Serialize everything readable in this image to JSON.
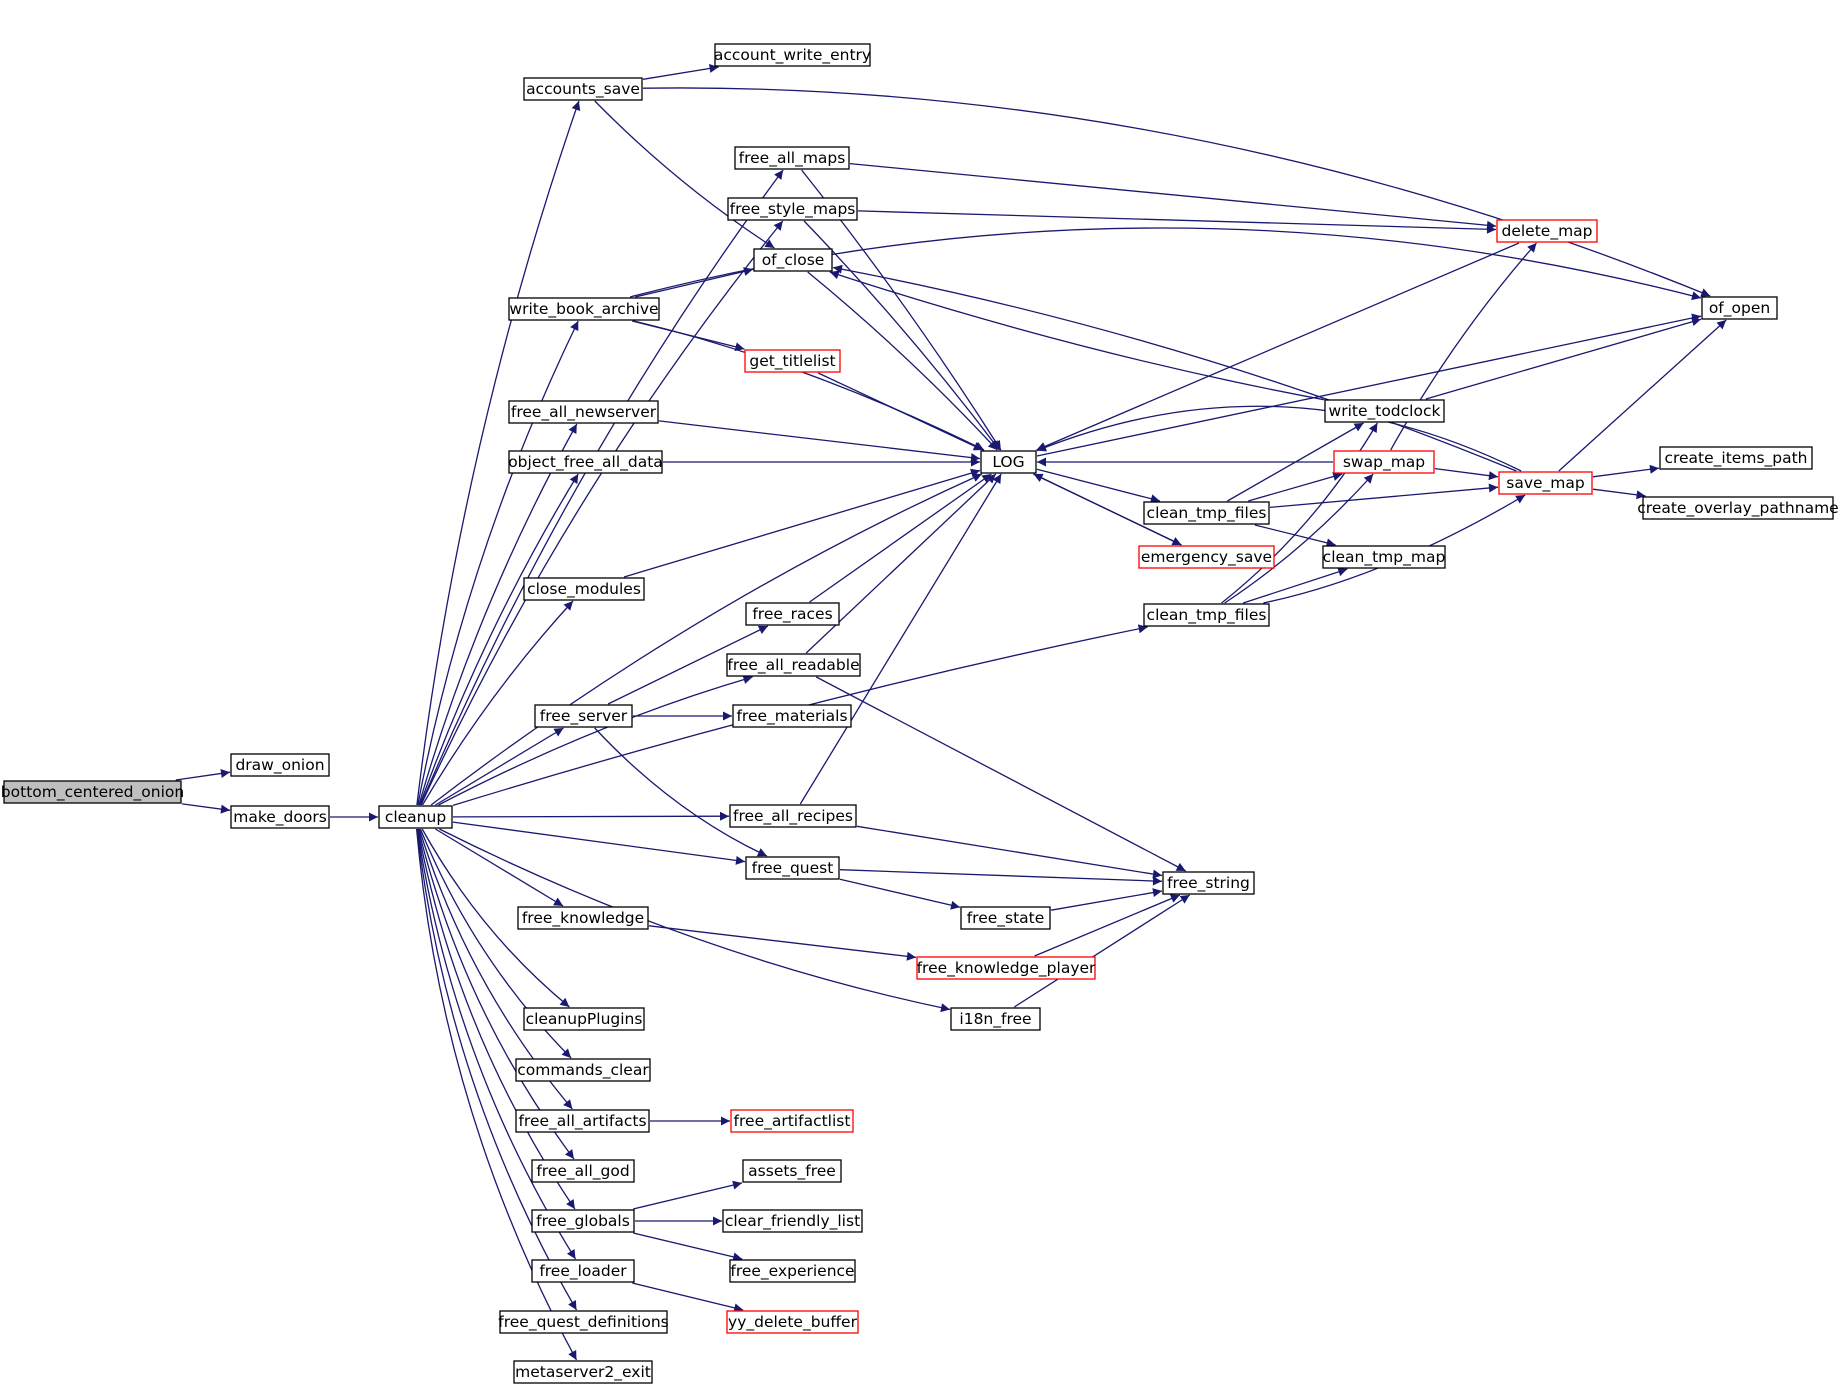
{
  "colors": {
    "edge": "#191970",
    "node_border": "#000000",
    "node_border_truncated": "#ff0000",
    "root_fill": "#bfbfbf",
    "node_fill": "#ffffff"
  },
  "nodes": {
    "bottom_centered_onion": {
      "label": "bottom_centered_onion",
      "style": "root"
    },
    "draw_onion": {
      "label": "draw_onion",
      "style": "normal"
    },
    "make_doors": {
      "label": "make_doors",
      "style": "normal"
    },
    "cleanup": {
      "label": "cleanup",
      "style": "normal"
    },
    "accounts_save": {
      "label": "accounts_save",
      "style": "normal"
    },
    "account_write_entry": {
      "label": "account_write_entry",
      "style": "normal"
    },
    "free_all_maps": {
      "label": "free_all_maps",
      "style": "normal"
    },
    "free_style_maps": {
      "label": "free_style_maps",
      "style": "normal"
    },
    "of_close": {
      "label": "of_close",
      "style": "normal"
    },
    "write_book_archive": {
      "label": "write_book_archive",
      "style": "normal"
    },
    "get_titlelist": {
      "label": "get_titlelist",
      "style": "truncated"
    },
    "free_all_newserver": {
      "label": "free_all_newserver",
      "style": "normal"
    },
    "object_free_all_data": {
      "label": "object_free_all_data",
      "style": "normal"
    },
    "close_modules": {
      "label": "close_modules",
      "style": "normal"
    },
    "free_races": {
      "label": "free_races",
      "style": "normal"
    },
    "free_all_readable": {
      "label": "free_all_readable",
      "style": "normal"
    },
    "free_server": {
      "label": "free_server",
      "style": "normal"
    },
    "free_materials": {
      "label": "free_materials",
      "style": "normal"
    },
    "free_all_recipes": {
      "label": "free_all_recipes",
      "style": "normal"
    },
    "free_quest": {
      "label": "free_quest",
      "style": "normal"
    },
    "free_knowledge": {
      "label": "free_knowledge",
      "style": "normal"
    },
    "free_state": {
      "label": "free_state",
      "style": "normal"
    },
    "free_knowledge_player": {
      "label": "free_knowledge_player",
      "style": "truncated"
    },
    "i18n_free": {
      "label": "i18n_free",
      "style": "normal"
    },
    "cleanupPlugins": {
      "label": "cleanupPlugins",
      "style": "normal"
    },
    "commands_clear": {
      "label": "commands_clear",
      "style": "normal"
    },
    "free_all_artifacts": {
      "label": "free_all_artifacts",
      "style": "normal"
    },
    "free_artifactlist": {
      "label": "free_artifactlist",
      "style": "truncated"
    },
    "free_all_god": {
      "label": "free_all_god",
      "style": "normal"
    },
    "free_globals": {
      "label": "free_globals",
      "style": "normal"
    },
    "assets_free": {
      "label": "assets_free",
      "style": "normal"
    },
    "clear_friendly_list": {
      "label": "clear_friendly_list",
      "style": "normal"
    },
    "free_experience": {
      "label": "free_experience",
      "style": "normal"
    },
    "free_loader": {
      "label": "free_loader",
      "style": "normal"
    },
    "yy_delete_buffer": {
      "label": "yy_delete_buffer",
      "style": "truncated"
    },
    "free_quest_definitions": {
      "label": "free_quest_definitions",
      "style": "normal"
    },
    "metaserver2_exit": {
      "label": "metaserver2_exit",
      "style": "normal"
    },
    "LOG": {
      "label": "LOG",
      "style": "normal"
    },
    "delete_map": {
      "label": "delete_map",
      "style": "truncated"
    },
    "of_open": {
      "label": "of_open",
      "style": "normal"
    },
    "write_todclock": {
      "label": "write_todclock",
      "style": "normal"
    },
    "swap_map": {
      "label": "swap_map",
      "style": "truncated"
    },
    "clean_tmp_files_1": {
      "label": "clean_tmp_files",
      "style": "normal"
    },
    "clean_tmp_files_2": {
      "label": "clean_tmp_files",
      "style": "normal"
    },
    "emergency_save": {
      "label": "emergency_save",
      "style": "truncated"
    },
    "clean_tmp_map": {
      "label": "clean_tmp_map",
      "style": "normal"
    },
    "save_map": {
      "label": "save_map",
      "style": "truncated"
    },
    "create_items_path": {
      "label": "create_items_path",
      "style": "normal"
    },
    "create_overlay_pathname": {
      "label": "create_overlay_pathname",
      "style": "normal"
    },
    "free_string": {
      "label": "free_string",
      "style": "normal"
    }
  },
  "edges": [
    [
      "bottom_centered_onion",
      "draw_onion"
    ],
    [
      "bottom_centered_onion",
      "make_doors"
    ],
    [
      "make_doors",
      "cleanup"
    ],
    [
      "cleanup",
      "accounts_save"
    ],
    [
      "cleanup",
      "free_all_maps"
    ],
    [
      "cleanup",
      "free_style_maps"
    ],
    [
      "cleanup",
      "write_book_archive"
    ],
    [
      "cleanup",
      "free_all_newserver"
    ],
    [
      "cleanup",
      "object_free_all_data"
    ],
    [
      "cleanup",
      "LOG"
    ],
    [
      "cleanup",
      "close_modules"
    ],
    [
      "cleanup",
      "free_all_readable"
    ],
    [
      "cleanup",
      "free_server"
    ],
    [
      "cleanup",
      "clean_tmp_files_2"
    ],
    [
      "cleanup",
      "free_all_recipes"
    ],
    [
      "cleanup",
      "free_quest"
    ],
    [
      "cleanup",
      "free_knowledge"
    ],
    [
      "cleanup",
      "i18n_free"
    ],
    [
      "cleanup",
      "cleanupPlugins"
    ],
    [
      "cleanup",
      "commands_clear"
    ],
    [
      "cleanup",
      "free_all_artifacts"
    ],
    [
      "cleanup",
      "free_all_god"
    ],
    [
      "cleanup",
      "free_globals"
    ],
    [
      "cleanup",
      "free_loader"
    ],
    [
      "cleanup",
      "free_quest_definitions"
    ],
    [
      "cleanup",
      "metaserver2_exit"
    ],
    [
      "accounts_save",
      "account_write_entry"
    ],
    [
      "accounts_save",
      "of_close"
    ],
    [
      "accounts_save",
      "of_open"
    ],
    [
      "free_all_maps",
      "delete_map"
    ],
    [
      "free_all_maps",
      "LOG"
    ],
    [
      "free_style_maps",
      "delete_map"
    ],
    [
      "free_style_maps",
      "LOG"
    ],
    [
      "of_close",
      "LOG"
    ],
    [
      "write_book_archive",
      "of_close"
    ],
    [
      "write_book_archive",
      "get_titlelist"
    ],
    [
      "write_book_archive",
      "LOG"
    ],
    [
      "write_book_archive",
      "of_open"
    ],
    [
      "get_titlelist",
      "LOG"
    ],
    [
      "free_all_newserver",
      "LOG"
    ],
    [
      "object_free_all_data",
      "LOG"
    ],
    [
      "close_modules",
      "LOG"
    ],
    [
      "free_races",
      "LOG"
    ],
    [
      "free_all_readable",
      "LOG"
    ],
    [
      "free_all_readable",
      "free_string"
    ],
    [
      "free_server",
      "free_races"
    ],
    [
      "free_server",
      "free_materials"
    ],
    [
      "free_server",
      "free_quest"
    ],
    [
      "free_all_recipes",
      "LOG"
    ],
    [
      "free_all_recipes",
      "free_string"
    ],
    [
      "free_quest",
      "free_string"
    ],
    [
      "free_quest",
      "free_state"
    ],
    [
      "free_state",
      "free_string"
    ],
    [
      "free_knowledge",
      "free_knowledge_player"
    ],
    [
      "free_knowledge_player",
      "free_string"
    ],
    [
      "i18n_free",
      "free_string"
    ],
    [
      "free_all_artifacts",
      "free_artifactlist"
    ],
    [
      "free_globals",
      "assets_free"
    ],
    [
      "free_globals",
      "clear_friendly_list"
    ],
    [
      "free_globals",
      "free_experience"
    ],
    [
      "free_loader",
      "yy_delete_buffer"
    ],
    [
      "LOG",
      "clean_tmp_files_1"
    ],
    [
      "LOG",
      "emergency_save"
    ],
    [
      "LOG",
      "of_open"
    ],
    [
      "delete_map",
      "LOG"
    ],
    [
      "write_todclock",
      "of_open"
    ],
    [
      "write_todclock",
      "of_close"
    ],
    [
      "swap_map",
      "LOG"
    ],
    [
      "swap_map",
      "delete_map"
    ],
    [
      "swap_map",
      "save_map"
    ],
    [
      "clean_tmp_files_1",
      "write_todclock"
    ],
    [
      "clean_tmp_files_1",
      "swap_map"
    ],
    [
      "clean_tmp_files_1",
      "save_map"
    ],
    [
      "clean_tmp_files_1",
      "clean_tmp_map"
    ],
    [
      "emergency_save",
      "LOG"
    ],
    [
      "clean_tmp_files_2",
      "write_todclock"
    ],
    [
      "clean_tmp_files_2",
      "swap_map"
    ],
    [
      "clean_tmp_files_2",
      "clean_tmp_map"
    ],
    [
      "clean_tmp_files_2",
      "save_map"
    ],
    [
      "save_map",
      "of_close"
    ],
    [
      "save_map",
      "of_open"
    ],
    [
      "save_map",
      "create_items_path"
    ],
    [
      "save_map",
      "create_overlay_pathname"
    ],
    [
      "save_map",
      "LOG"
    ]
  ]
}
